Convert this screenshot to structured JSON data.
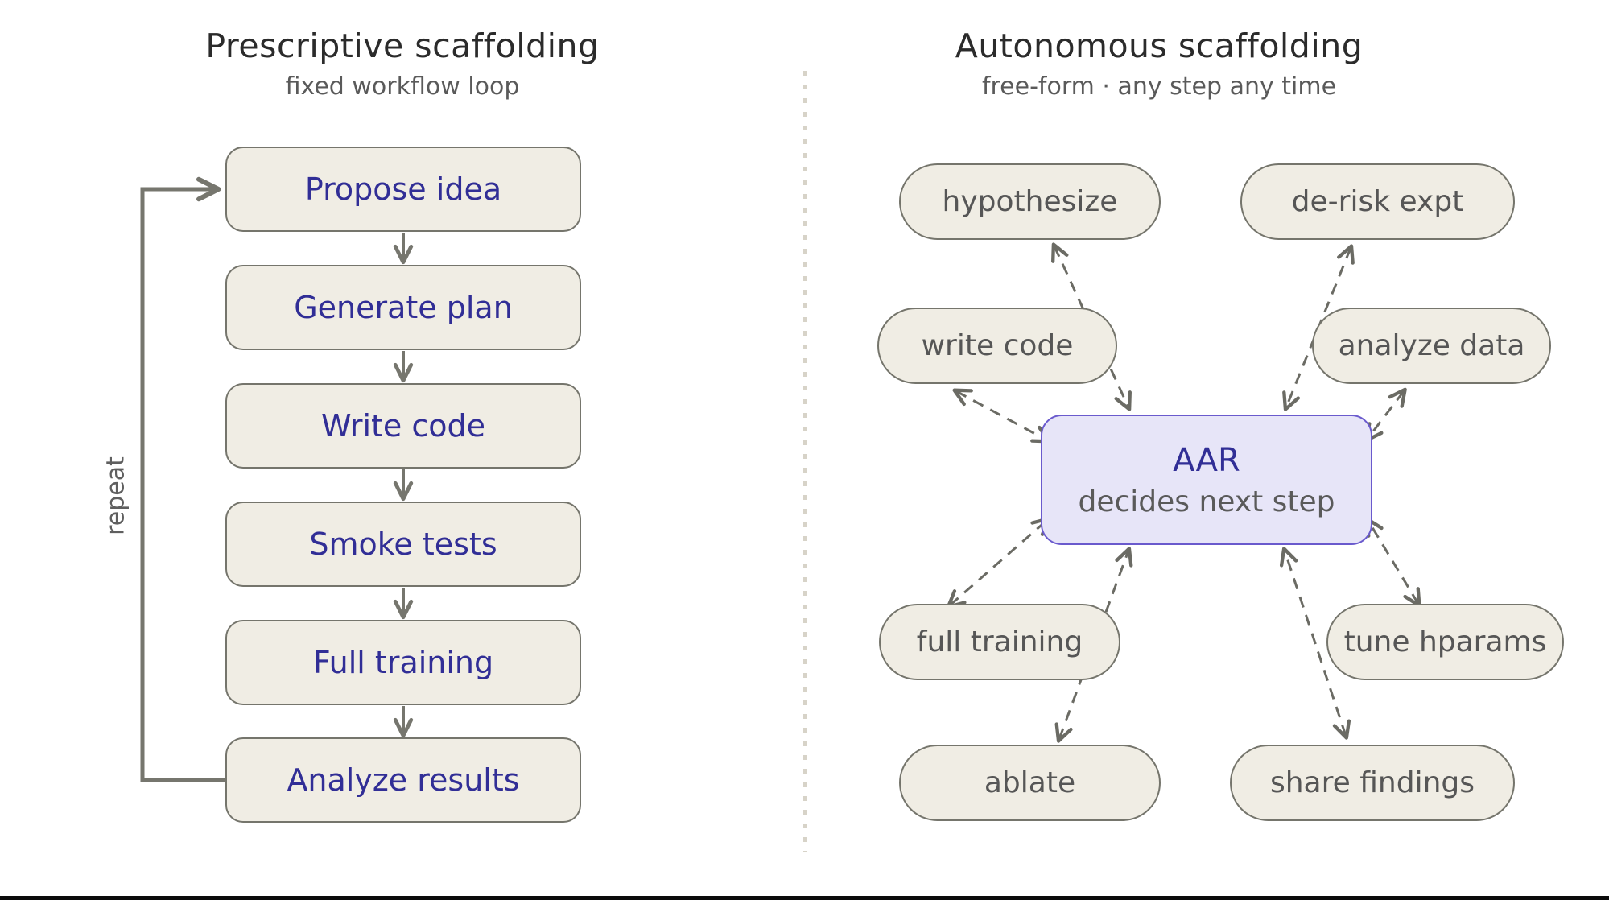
{
  "left": {
    "title": "Prescriptive scaffolding",
    "subtitle": "fixed workflow loop",
    "loop_label": "repeat",
    "steps": [
      {
        "label": "Propose idea"
      },
      {
        "label": "Generate plan"
      },
      {
        "label": "Write code"
      },
      {
        "label": "Smoke tests"
      },
      {
        "label": "Full training"
      },
      {
        "label": "Analyze results"
      }
    ]
  },
  "right": {
    "title": "Autonomous scaffolding",
    "subtitle": "free-form · any step any time",
    "hub": {
      "title": "AAR",
      "subtitle": "decides next step"
    },
    "actions": [
      {
        "label": "hypothesize"
      },
      {
        "label": "de-risk expt"
      },
      {
        "label": "write code"
      },
      {
        "label": "analyze data"
      },
      {
        "label": "full training"
      },
      {
        "label": "tune hparams"
      },
      {
        "label": "ablate"
      },
      {
        "label": "share findings"
      }
    ]
  },
  "colors": {
    "node_fill": "#f0ede4",
    "node_border": "#75756c",
    "step_text": "#312e96",
    "hub_fill": "#e7e5f8",
    "hub_border": "#6a5acd",
    "connector_gray": "#6b6b64",
    "solid_arrow_gray": "#76766e",
    "divider_dot": "#d7d3c8",
    "muted_text": "#5a5a5a"
  }
}
